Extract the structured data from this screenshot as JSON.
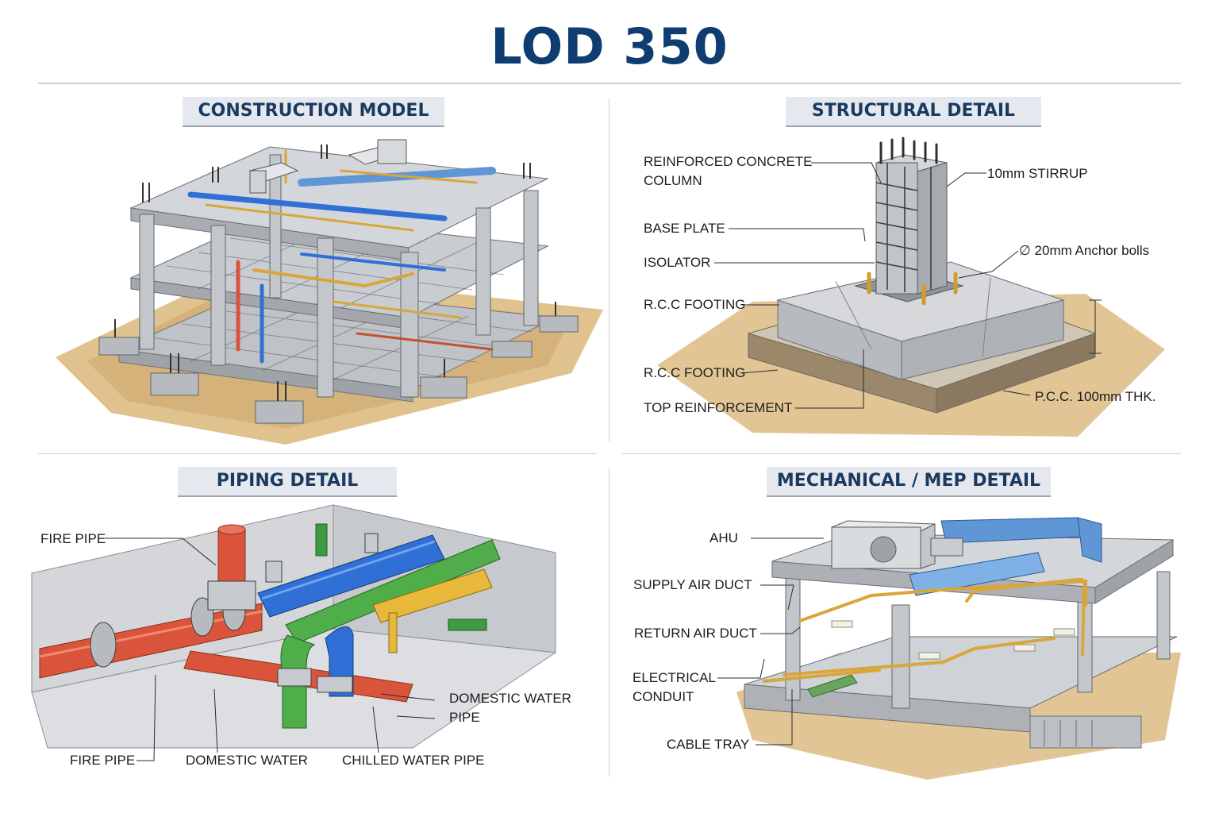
{
  "title": "LOD 350",
  "panels": {
    "construction": {
      "title": "CONSTRUCTION MODEL"
    },
    "structural": {
      "title": "STRUCTURAL DETAIL",
      "labels": {
        "rc_column": "REINFORCED CONCRETE COLUMN",
        "stirrup": "10mm STIRRUP",
        "base_plate": "BASE PLATE",
        "anchor_bolts": "∅ 20mm Anchor bolls",
        "isolator": "ISOLATOR",
        "rcc_footing_1": "R.C.C FOOTING",
        "rcc_footing_2": "R.C.C FOOTING",
        "pcc": "P.C.C. 100mm THK.",
        "top_reinforcement": "TOP REINFORCEMENT"
      }
    },
    "piping": {
      "title": "PIPING DETAIL",
      "labels": {
        "fire_pipe_top": "FIRE PIPE",
        "domestic_water_pipe": "DOMESTIC WATER PIPE",
        "fire_pipe_bottom": "FIRE PIPE",
        "domestic_water": "DOMESTIC WATER",
        "chilled_water_pipe": "CHILLED WATER PIPE"
      }
    },
    "mep": {
      "title": "MECHANICAL / MEP DETAIL",
      "labels": {
        "ahu": "AHU",
        "supply_air_duct": "SUPPLY AIR DUCT",
        "return_air_duct": "RETURN AIR DUCT",
        "electrical_conduit": "ELECTRICAL CONDUIT",
        "cable_tray": "CABLE TRAY"
      }
    }
  },
  "colors": {
    "title": "#0f3d72",
    "panel_title_bg": "#e5e9ef",
    "concrete": "#c9ccd0",
    "soil": "#d9b77a",
    "fire_pipe": "#d9543a",
    "domestic_pipe": "#2f6fd6",
    "green_pipe": "#4fae4a",
    "yellow_pipe": "#e8b83a",
    "duct": "#5f96d6"
  }
}
